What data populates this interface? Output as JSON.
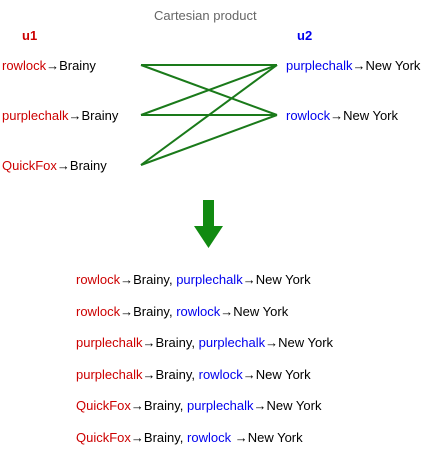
{
  "title": "Cartesian product",
  "colors": {
    "u1": "#cc0000",
    "u2": "#0000ee",
    "link": "#1a7a1a",
    "arrow": "#118a11",
    "text": "#000000",
    "title": "#666666"
  },
  "arrow_char": "→",
  "u1": {
    "label": "u1",
    "items": [
      {
        "user": "rowlock",
        "place": "Brainy"
      },
      {
        "user": "purplechalk",
        "place": "Brainy"
      },
      {
        "user": "QuickFox",
        "place": "Brainy"
      }
    ]
  },
  "u2": {
    "label": "u2",
    "items": [
      {
        "user": "purplechalk",
        "place": "New York"
      },
      {
        "user": "rowlock",
        "place": "New York"
      }
    ]
  },
  "results": [
    {
      "a_user": "rowlock",
      "a_place": "Brainy",
      "sep": ", ",
      "b_user": "purplechalk",
      "b_place": "New York"
    },
    {
      "a_user": "rowlock",
      "a_place": "Brainy",
      "sep": ", ",
      "b_user": "rowlock",
      "b_place": "New York"
    },
    {
      "a_user": "purplechalk",
      "a_place": "Brainy",
      "sep": ", ",
      "b_user": "purplechalk",
      "b_place": "New York"
    },
    {
      "a_user": "purplechalk",
      "a_place": "Brainy",
      "sep": ", ",
      "b_user": "rowlock",
      "b_place": "New York"
    },
    {
      "a_user": "QuickFox",
      "a_place": "Brainy",
      "sep": ", ",
      "b_user": "purplechalk",
      "b_place": "New York"
    },
    {
      "a_user": "QuickFox",
      "a_place": "Brainy",
      "sep": ", ",
      "b_user": "rowlock ",
      "b_place": "New York"
    }
  ]
}
